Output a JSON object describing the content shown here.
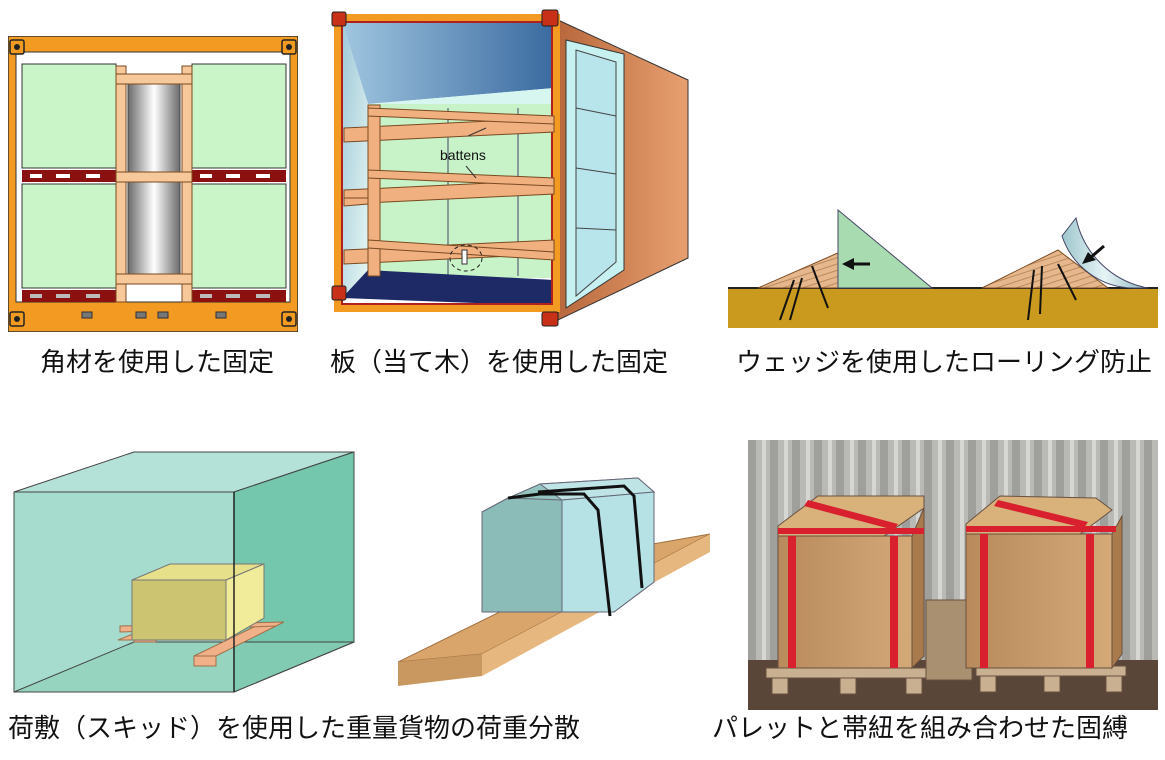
{
  "captions": {
    "timber_bracing": "角材を使用した固定",
    "batten_bracing": "板（当て木）を使用した固定",
    "wedge_rolling": "ウェッジを使用したローリング防止",
    "skid_load_spread": "荷敷（スキッド）を使用した重量貨物の荷重分散",
    "pallet_strapping": "パレットと帯紐を組み合わせた固縛"
  },
  "labels": {
    "battens": "battens"
  },
  "colors": {
    "container_frame": "#f29a22",
    "cargo_green": "#c9f5c9",
    "lashing_red": "#8b1010",
    "timber": "#f7c89a",
    "container_wall": "#b8683c",
    "floor_navy": "#1e2a66",
    "ground_gold": "#c99a1e",
    "box_teal": "#8cc9b6",
    "skid_tan": "#d9a56b",
    "cargo_box": "#c9a070",
    "strap_red": "#d8202e"
  },
  "icons": [
    "arrow-icon",
    "dashed-circle-marker"
  ]
}
